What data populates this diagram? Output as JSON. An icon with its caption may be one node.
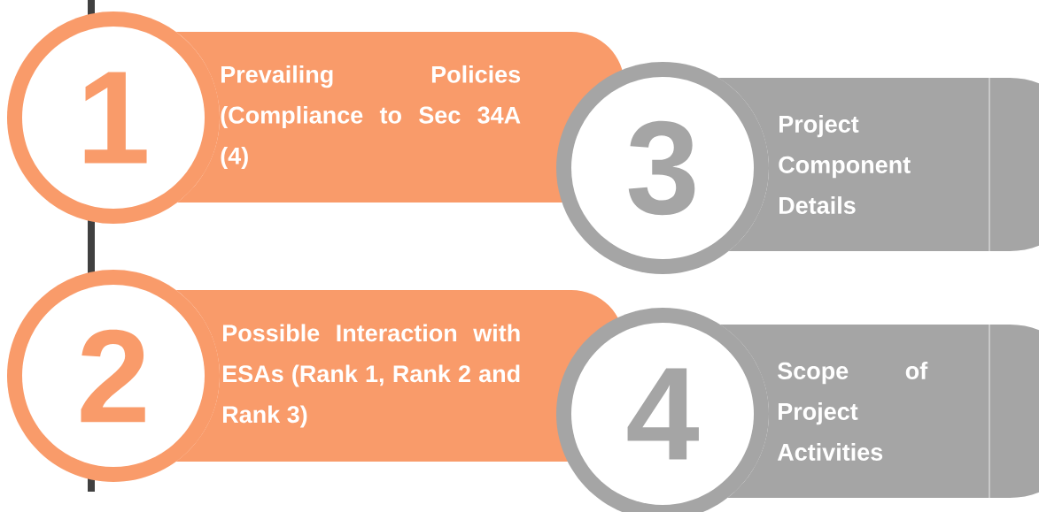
{
  "diagram": {
    "nodes": [
      {
        "text": [
          "1"
        ]
      },
      {
        "text": [
          "Prevailing Policies (Compliance to Sec 34A (4)"
        ]
      },
      {
        "text": [
          "3"
        ]
      },
      {
        "text": [
          "Project Component Details"
        ]
      },
      {
        "text": [
          "2"
        ]
      },
      {
        "text": [
          "Possible Interaction with ESAs (Rank 1, Rank 2 and Rank 3)"
        ]
      },
      {
        "text": [
          "4"
        ]
      },
      {
        "text": [
          "Scope of Project Activities"
        ]
      }
    ]
  }
}
